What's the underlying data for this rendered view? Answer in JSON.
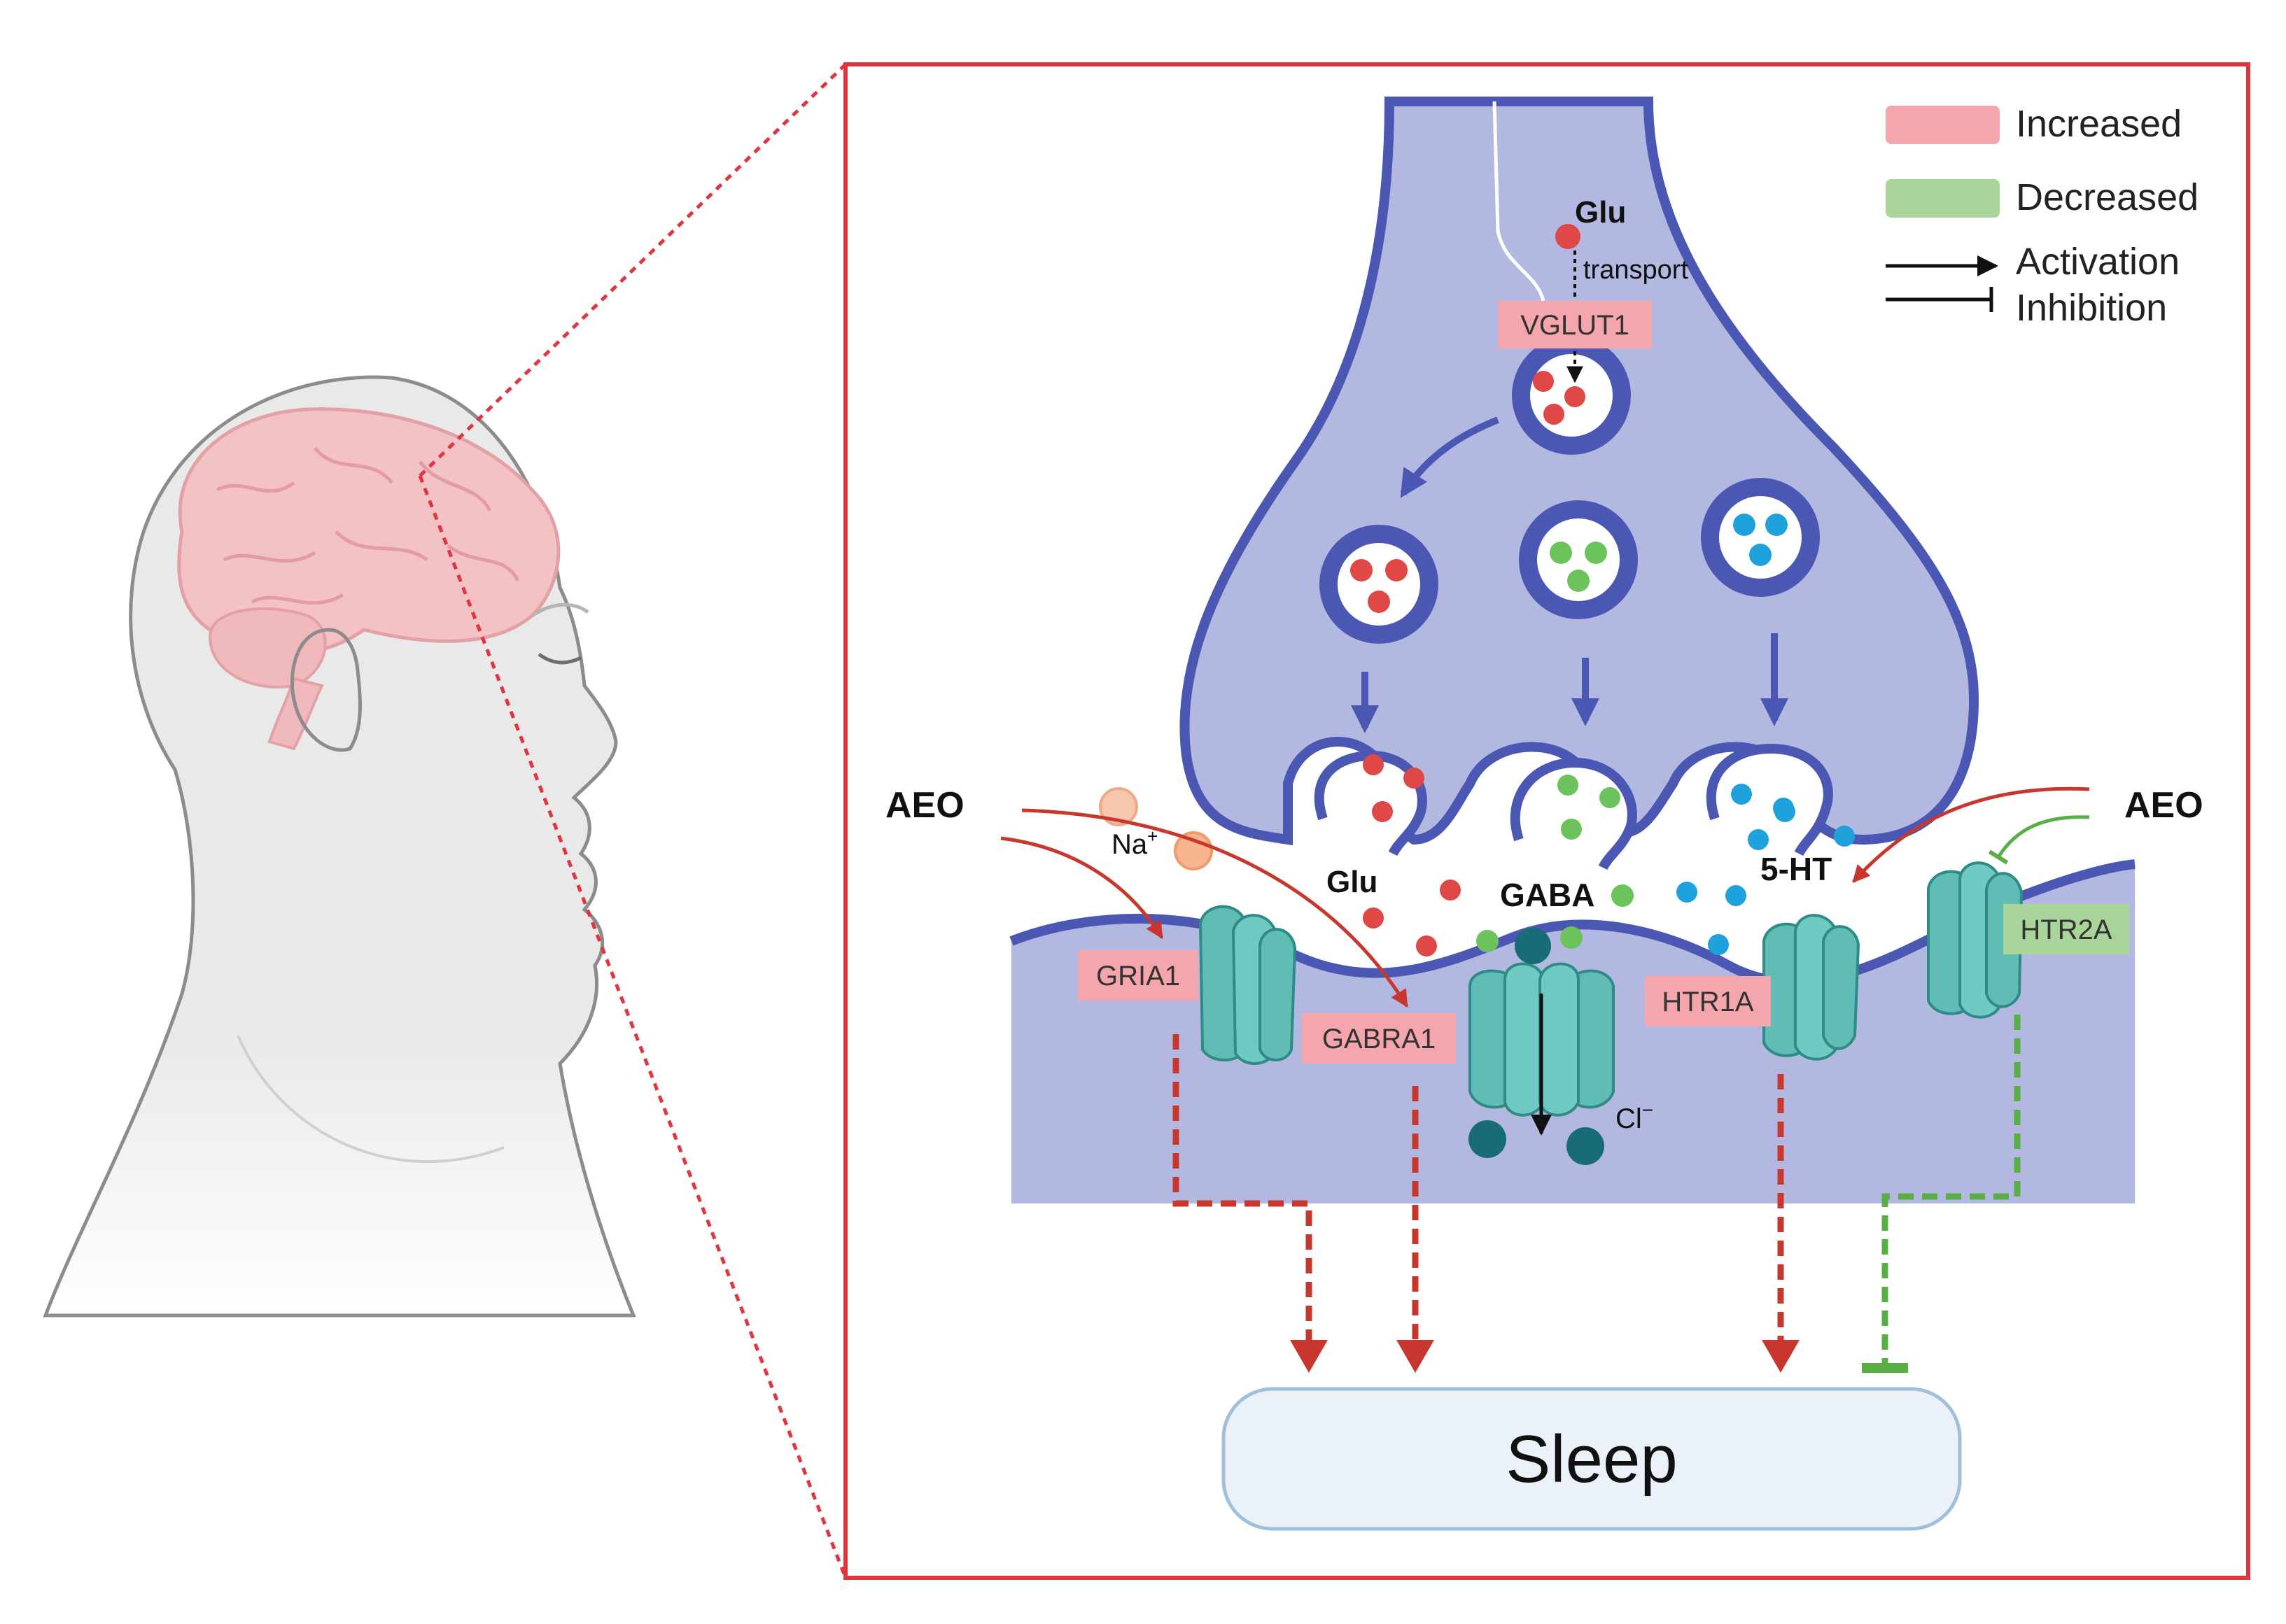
{
  "legend": {
    "increased": "Increased",
    "decreased": "Decreased",
    "activation": "Activation",
    "inhibition": "Inhibition"
  },
  "labels": {
    "aeo_left": "AEO",
    "aeo_right": "AEO",
    "glu_top": "Glu",
    "transport": "transport",
    "vglut1": "VGLUT1",
    "na_ion": "Na",
    "na_sup": "+",
    "glu_cleft": "Glu",
    "gaba": "GABA",
    "serotonin": "5-HT",
    "gria1": "GRIA1",
    "gabra1": "GABRA1",
    "htr1a": "HTR1A",
    "htr2a": "HTR2A",
    "cl_ion": "Cl",
    "cl_sup": "−",
    "sleep": "Sleep"
  },
  "colors": {
    "increased": "#f4a6ac",
    "decreased": "#a9d59a",
    "frame": "#e0353f",
    "neuron_fill": "#b3b8e0",
    "neuron_stroke": "#4a58b4",
    "receptor": "#5fbdb6",
    "glu": "#e04848",
    "gaba_dot": "#6cc35c",
    "serotonin_dot": "#1fa2dc",
    "red_arrow": "#c8372d",
    "green_arrow": "#5aae46"
  }
}
